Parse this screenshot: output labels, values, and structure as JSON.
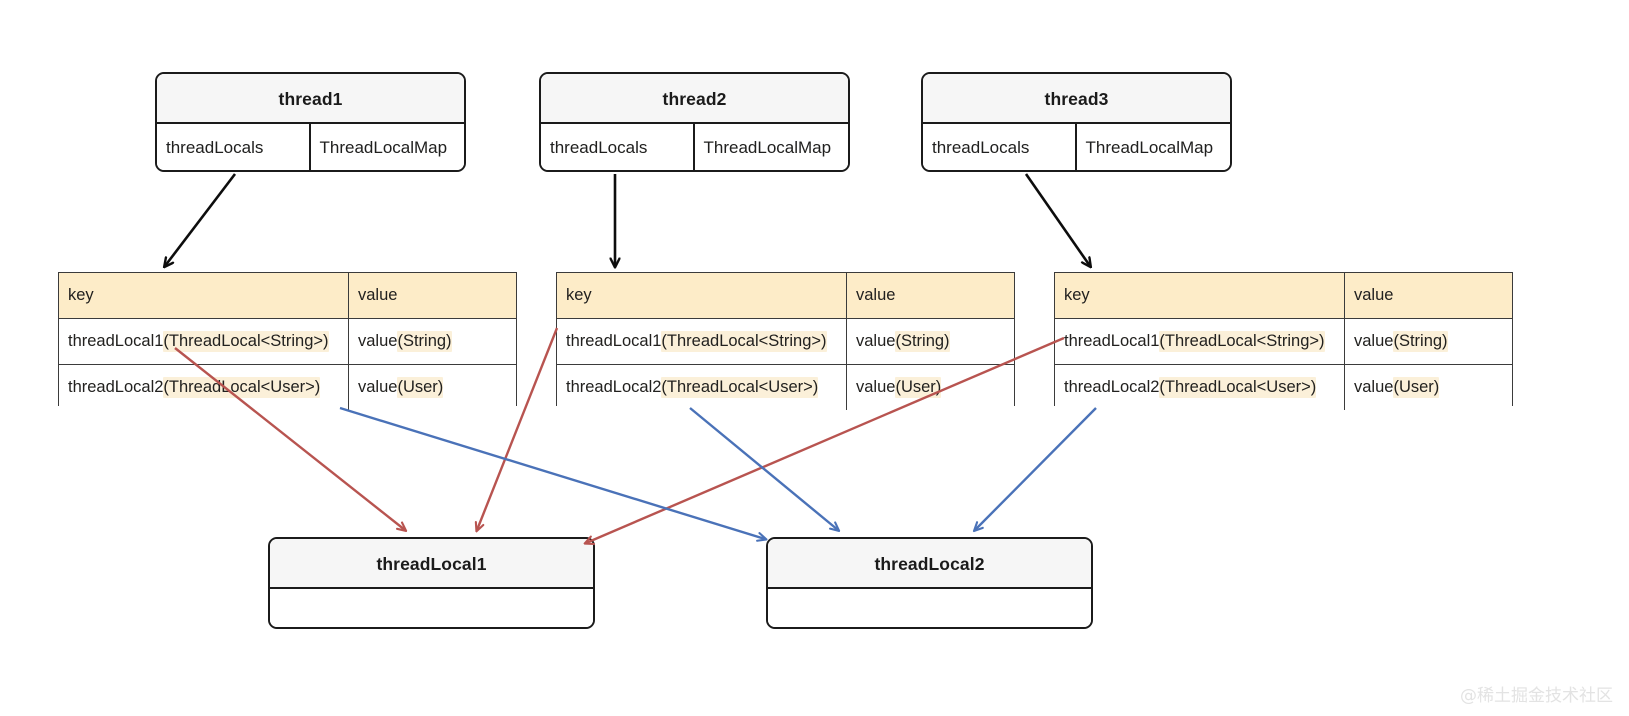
{
  "diagram": {
    "title": "ThreadLocal / ThreadLocalMap relationship diagram",
    "colors": {
      "thread_arrow": "#0d0d0d",
      "threadlocal1_arrow": "#b85450",
      "threadlocal2_arrow": "#4a72b8",
      "table_header_bg": "#fdecc8",
      "highlight_bg": "#fbf0d9",
      "box_border": "#1b1b1b",
      "box_header_bg": "#f6f6f6",
      "watermark": "#e3e3e3"
    }
  },
  "threads": [
    {
      "title": "thread1",
      "field_name": "threadLocals",
      "field_type": "ThreadLocalMap"
    },
    {
      "title": "thread2",
      "field_name": "threadLocals",
      "field_type": "ThreadLocalMap"
    },
    {
      "title": "thread3",
      "field_name": "threadLocals",
      "field_type": "ThreadLocalMap"
    }
  ],
  "maps": [
    {
      "headers": [
        "key",
        "value"
      ],
      "rows": [
        {
          "key_plain": "threadLocal1",
          "key_typed": "(ThreadLocal<String>)",
          "value_plain": "value",
          "value_typed": "(String)"
        },
        {
          "key_plain": "threadLocal2",
          "key_typed": "(ThreadLocal<User>)",
          "value_plain": "value",
          "value_typed": "(User)"
        }
      ]
    },
    {
      "headers": [
        "key",
        "value"
      ],
      "rows": [
        {
          "key_plain": "threadLocal1",
          "key_typed": "(ThreadLocal<String>)",
          "value_plain": "value",
          "value_typed": "(String)"
        },
        {
          "key_plain": "threadLocal2",
          "key_typed": "(ThreadLocal<User>)",
          "value_plain": "value",
          "value_typed": "(User)"
        }
      ]
    },
    {
      "headers": [
        "key",
        "value"
      ],
      "rows": [
        {
          "key_plain": "threadLocal1",
          "key_typed": "(ThreadLocal<String>)",
          "value_plain": "value",
          "value_typed": "(String)"
        },
        {
          "key_plain": "threadLocal2",
          "key_typed": "(ThreadLocal<User>)",
          "value_plain": "value",
          "value_typed": "(User)"
        }
      ]
    }
  ],
  "threadlocals": [
    {
      "title": "threadLocal1"
    },
    {
      "title": "threadLocal2"
    }
  ],
  "watermark": "@稀土掘金技术社区"
}
